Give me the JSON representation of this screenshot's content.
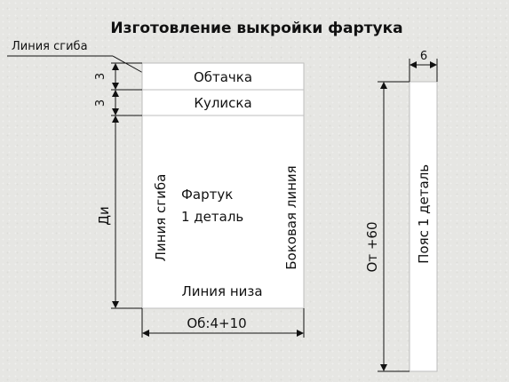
{
  "title": "Изготовление выкройки фартука",
  "fold_line_callout": "Линия сгиба",
  "facing_label": "Обтачка",
  "drawstring_label": "Кулиска",
  "apron": {
    "name": "Фартук",
    "count": "1 деталь",
    "left_side": "Линия сгиба",
    "right_side": "Боковая линия",
    "bottom": "Линия низа"
  },
  "belt": {
    "name": "Пояс",
    "count": "1 деталь"
  },
  "dimensions": {
    "facing_height": "3",
    "drawstring_height": "3",
    "apron_length": "Ди",
    "apron_width": "Об:4+10",
    "belt_length": "От +60",
    "belt_width": "6"
  },
  "colors": {
    "background": "#e6e6e3",
    "piece_fill": "#ffffff",
    "line": "#111111"
  }
}
